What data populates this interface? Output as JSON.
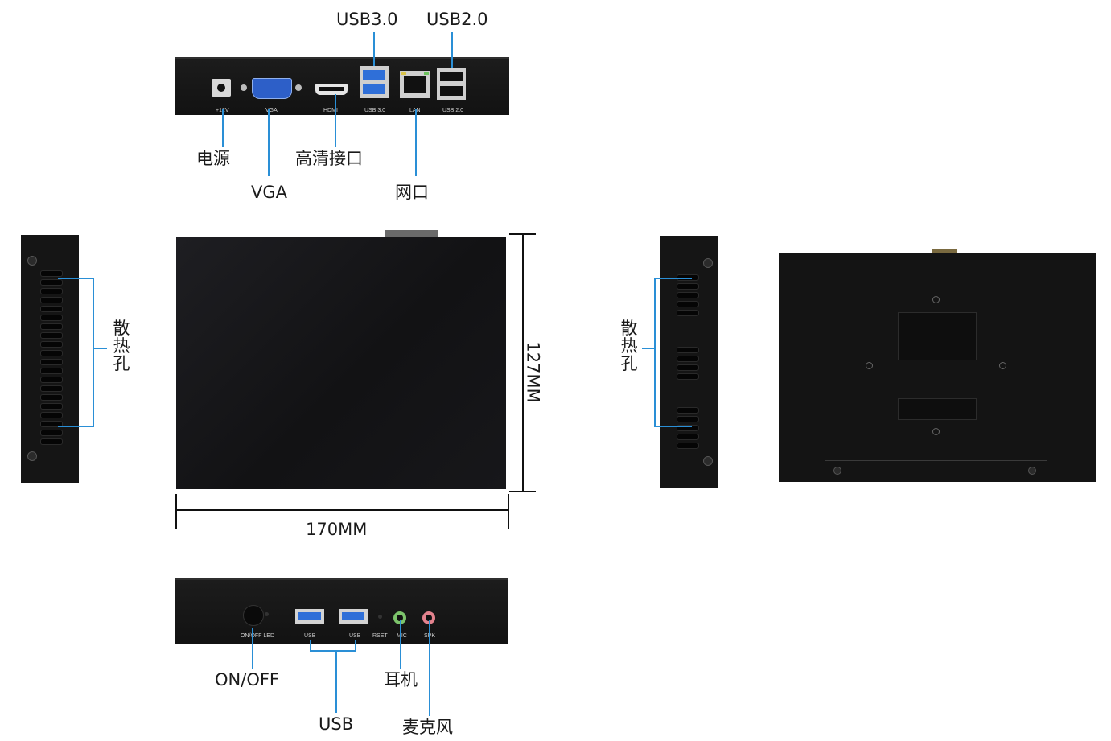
{
  "back_panel": {
    "callouts": {
      "usb3": "USB3.0",
      "usb2": "USB2.0",
      "power": "电源",
      "vga": "VGA",
      "hdmi": "高清接口",
      "lan": "网口"
    },
    "port_text": {
      "power": "+12V",
      "vga": "VGA",
      "hdmi": "HDMI",
      "usb3": "USB 3.0",
      "lan": "LAN",
      "usb2": "USB 2.0"
    }
  },
  "top_view": {
    "width_label": "170MM",
    "height_label": "127MM"
  },
  "left_side": {
    "vent_label": "散热孔"
  },
  "right_side": {
    "vent_label": "散热孔"
  },
  "front_panel": {
    "callouts": {
      "power_button": "ON/OFF",
      "usb": "USB",
      "headphone": "耳机",
      "mic": "麦克风"
    },
    "port_text": {
      "onoff_led": "ON/OFF  LED",
      "usb1": "USB",
      "usb2": "USB",
      "reset": "RSET",
      "mic": "MIC",
      "spk": "SPK"
    }
  },
  "colors": {
    "callout_line": "#2a8fd6",
    "chassis": "#141414",
    "usb3_blue": "#2f6fd8",
    "mic_green": "#7cc36b",
    "spk_pink": "#e3828d"
  }
}
